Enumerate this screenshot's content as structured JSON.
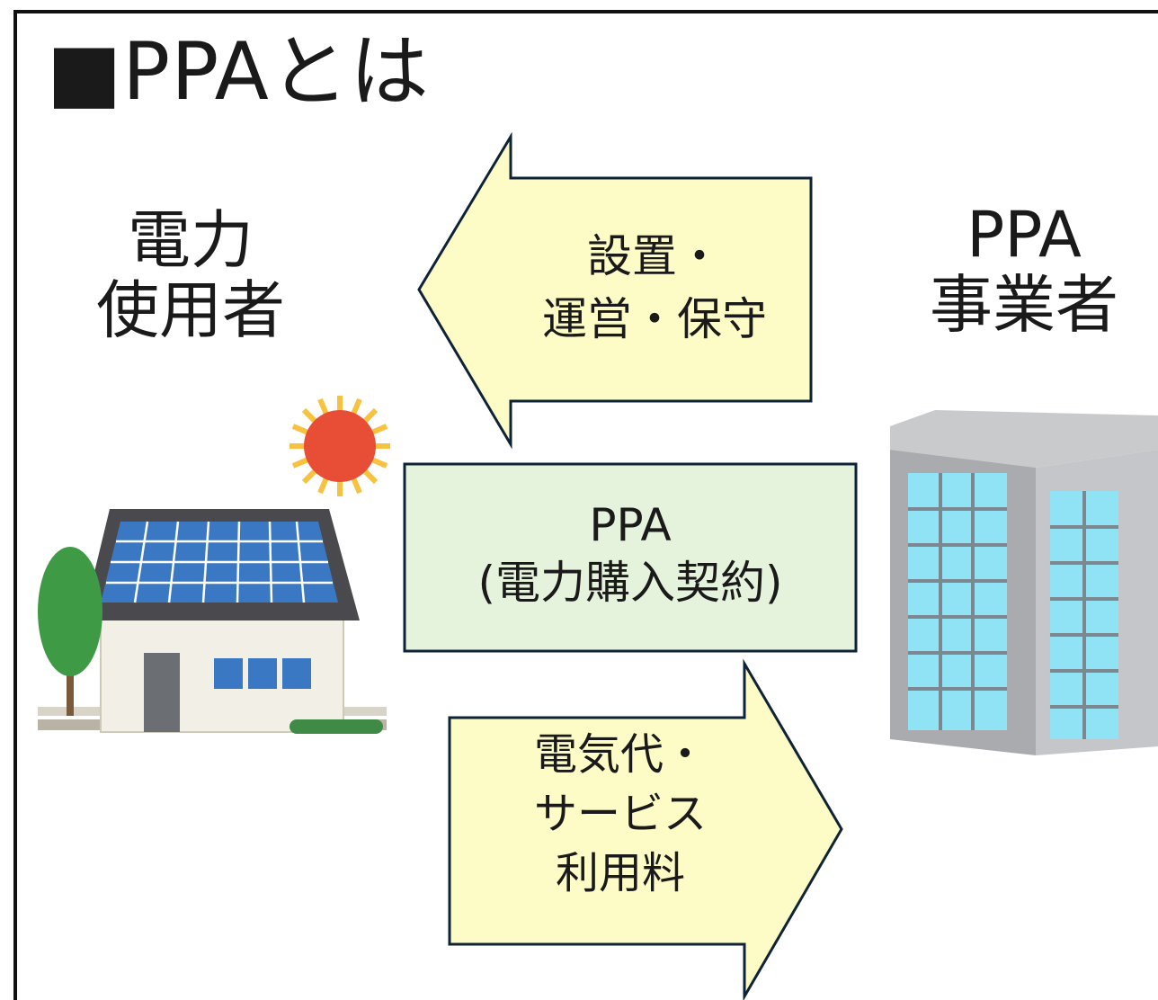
{
  "title": "■PPAとは",
  "user": {
    "line1": "電力",
    "line2": "使用者"
  },
  "provider": {
    "line1": "PPA",
    "line2": "事業者"
  },
  "arrow_top": {
    "line1": "設置・",
    "line2": "運営・保守"
  },
  "contract": {
    "line1": "PPA",
    "line2": "(電力購入契約)"
  },
  "arrow_bottom": {
    "line1": "電気代・",
    "line2": "サービス",
    "line3": "利用料"
  },
  "colors": {
    "arrow_fill": "#fdfbc6",
    "contract_fill": "#e6f3dc",
    "border": "#0f2336",
    "solar_panel": "#3a78c4",
    "sun": "#e84e36",
    "tree": "#3f9a45",
    "building_window": "#8fe3f5"
  },
  "icons": [
    "house-with-solar-panels-icon",
    "sun-icon",
    "tree-icon",
    "office-building-icon"
  ]
}
